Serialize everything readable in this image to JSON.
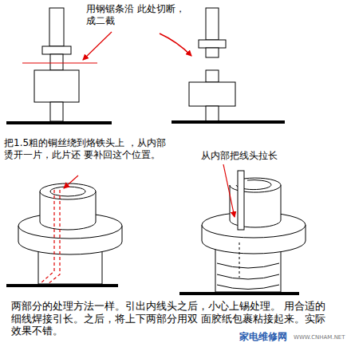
{
  "diagram": {
    "labels": [
      "用钢锯条沿 此处切断，成二截",
      "把1.5粗的铜丝绕到烙铁头上 ，从内部烫开一片，此片还 要补回这个位置。",
      "从内部把线头拉长",
      "两部分的处理方法一样。引出内线头之后，小心上锡处理。 用合适的细线焊接引长。之后，将上下两部分用双 面胶纸包裹粘接起来。实际效果不错。",
      "家电维修网",
      "WWW.CNHAM.NET"
    ]
  }
}
